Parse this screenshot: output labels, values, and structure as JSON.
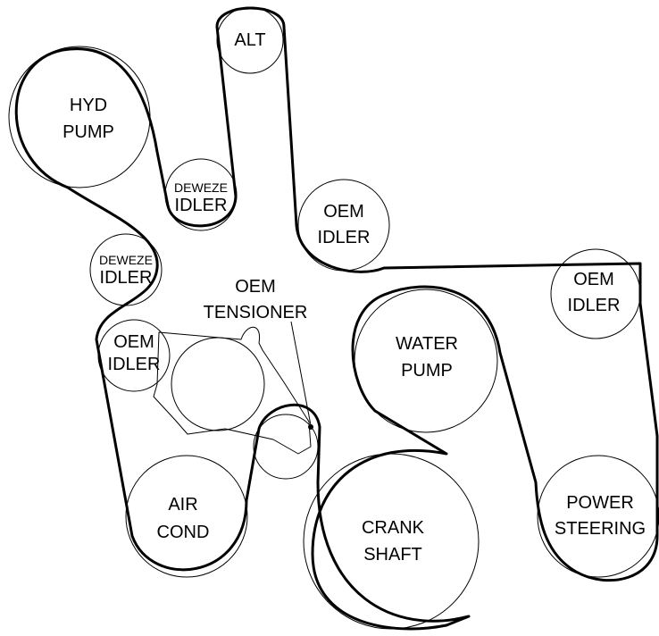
{
  "pulleys": {
    "alt": {
      "line1": "ALT"
    },
    "hyd_pump": {
      "line1": "HYD",
      "line2": "PUMP"
    },
    "deweze_idler_upper": {
      "line1": "DEWEZE",
      "line2": "IDLER"
    },
    "deweze_idler_lower": {
      "line1": "DEWEZE",
      "line2": "IDLER"
    },
    "oem_idler_center": {
      "line1": "OEM",
      "line2": "IDLER"
    },
    "oem_idler_right": {
      "line1": "OEM",
      "line2": "IDLER"
    },
    "oem_idler_left": {
      "line1": "OEM",
      "line2": "IDLER"
    },
    "oem_tensioner": {
      "line1": "OEM",
      "line2": "TENSIONER"
    },
    "water_pump": {
      "line1": "WATER",
      "line2": "PUMP"
    },
    "air_cond": {
      "line1": "AIR",
      "line2": "COND"
    },
    "crank_shaft": {
      "line1": "CRANK",
      "line2": "SHAFT"
    },
    "power_steering": {
      "line1": "POWER",
      "line2": "STEERING"
    }
  }
}
